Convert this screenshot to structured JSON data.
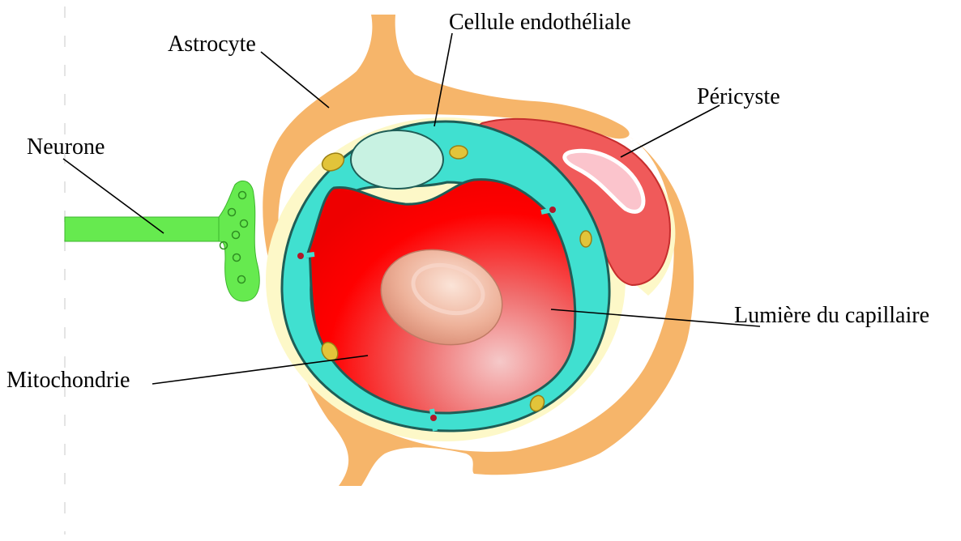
{
  "labels": {
    "astrocyte": "Astrocyte",
    "endothelial_cell": "Cellule endothéliale",
    "pericyte": "Péricyste",
    "neuron": "Neurone",
    "capillary_lumen": "Lumière du capillaire",
    "mitochondria": "Mitochondrie"
  },
  "colors": {
    "astrocyte": "#f6b56a",
    "basal_lamina": "#fdf8c8",
    "endothelial_cell": "#40e0d0",
    "endothelial_nucleus": "#c8f2e2",
    "lumen": "#ff0000",
    "red_blood_cell": "#e8a489",
    "pericyte": "#f05a5a",
    "pericyte_nucleus": "#fbc4cc",
    "neuron": "#66ea4f",
    "mitochondria": "#e2c43a",
    "tight_junction": "#b0182a"
  }
}
